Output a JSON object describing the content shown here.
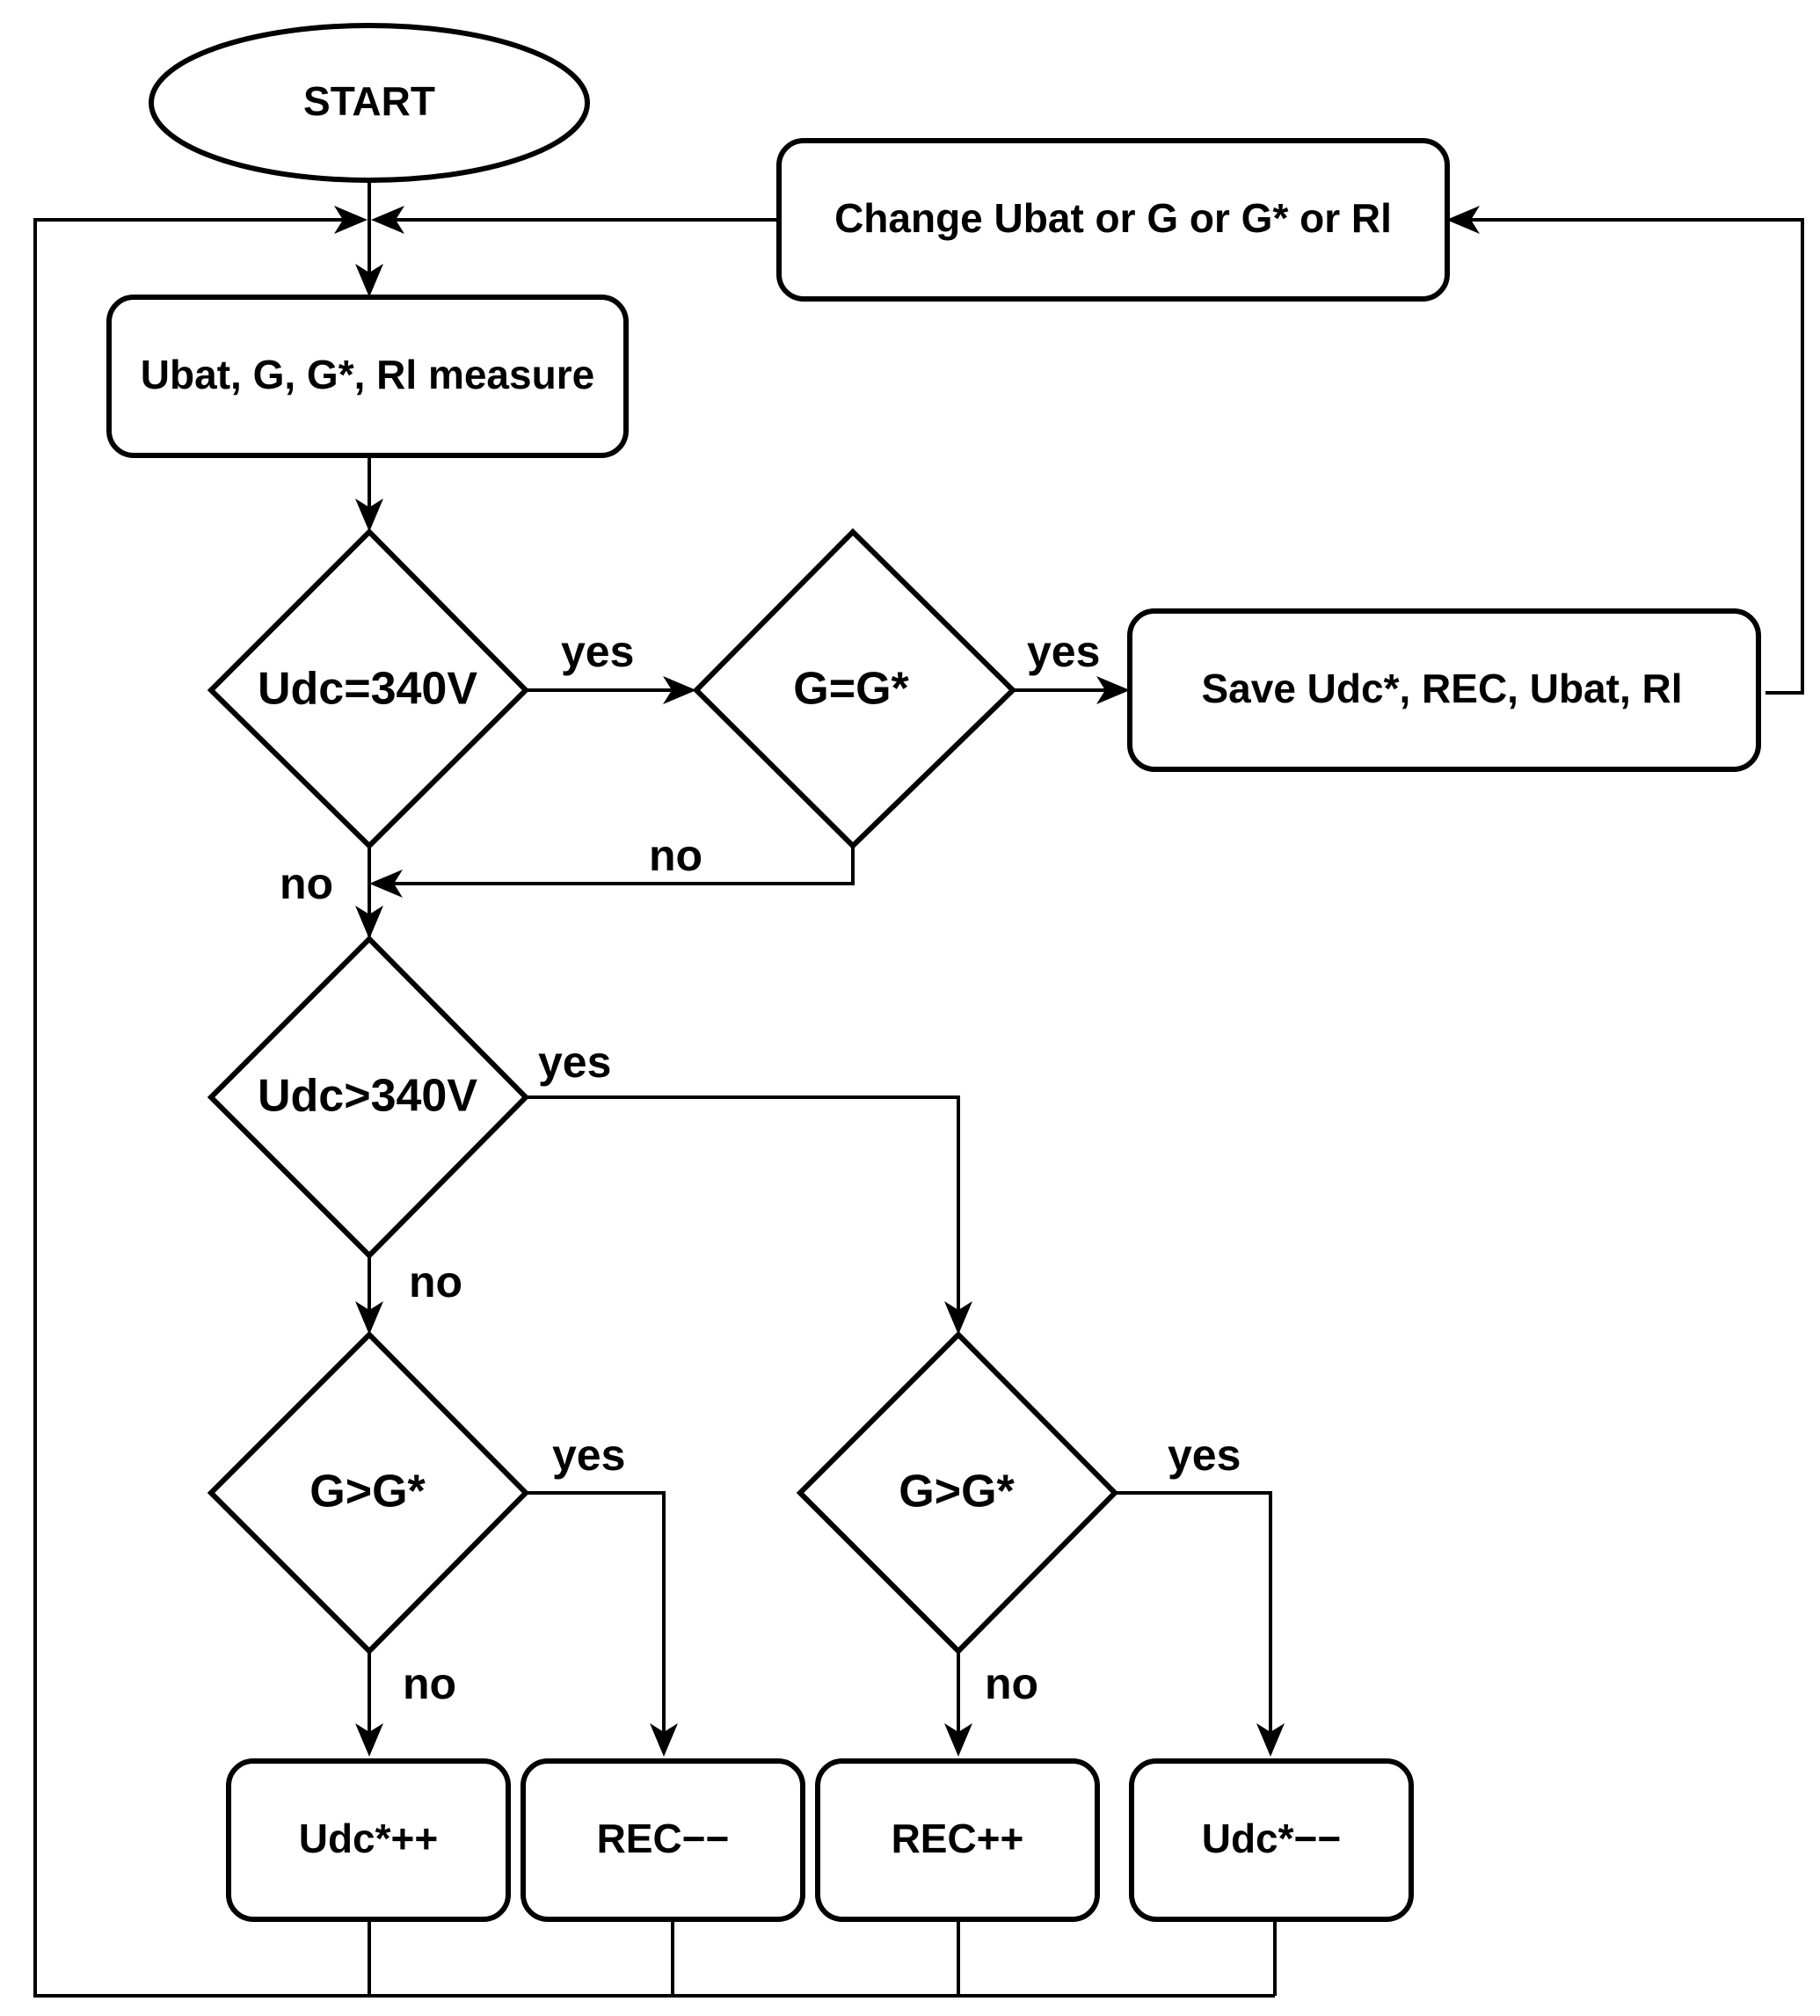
{
  "nodes": {
    "start": "START",
    "change": "Change Ubat or G or G* or Rl",
    "measure": "Ubat, G, G*, Rl measure",
    "dec_udc_eq": "Udc=340V",
    "dec_g_eq": "G=G*",
    "save": "Save Udc*, REC,  Ubat, Rl",
    "dec_udc_gt": "Udc>340V",
    "dec_g_gt_left": "G>G*",
    "dec_g_gt_right": "G>G*",
    "udc_inc": "Udc*++",
    "rec_dec": "REC−−",
    "rec_inc": "REC++",
    "udc_dec": "Udc*−−"
  },
  "edge_labels": {
    "udc_eq_yes": "yes",
    "g_eq_yes": "yes",
    "g_eq_no": "no",
    "udc_eq_no": "no",
    "udc_gt_yes": "yes",
    "udc_gt_no": "no",
    "g_gt_left_yes": "yes",
    "g_gt_left_no": "no",
    "g_gt_right_yes": "yes",
    "g_gt_right_no": "no"
  }
}
